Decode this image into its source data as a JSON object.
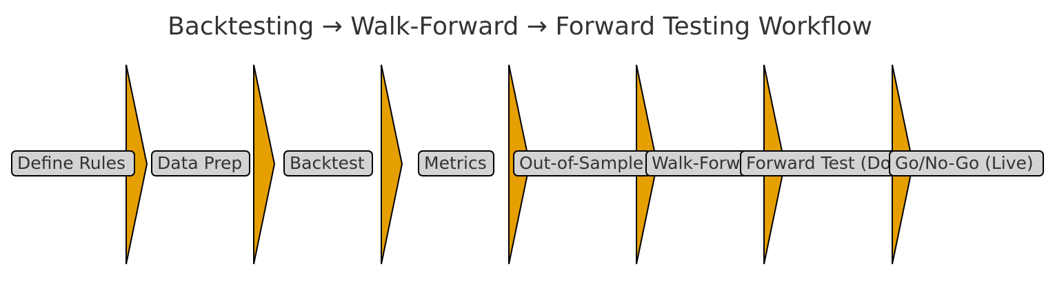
{
  "title": "Backtesting → Walk-Forward → Forward Testing Workflow",
  "colors": {
    "arrow_fill": "#E69F00",
    "box_fill": "#D3D3D3",
    "text": "#333333",
    "outline": "#000000"
  },
  "steps": [
    {
      "label": "Define Rules"
    },
    {
      "label": "Data Prep"
    },
    {
      "label": "Backtest"
    },
    {
      "label": "Metrics"
    },
    {
      "label": "Out-of-Sample"
    },
    {
      "label": "Walk-Forw"
    },
    {
      "label": "Forward Test (Do"
    },
    {
      "label": "Go/No-Go (Live)"
    }
  ]
}
